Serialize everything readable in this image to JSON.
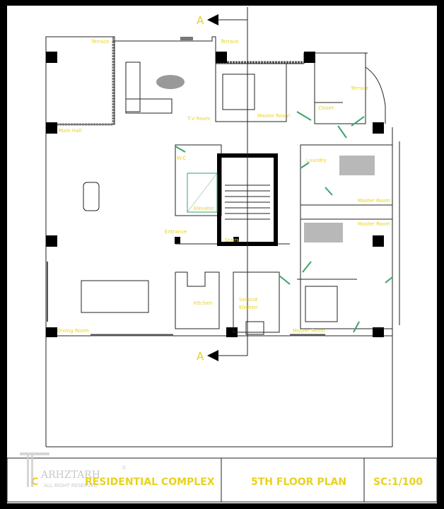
{
  "drawing": {
    "section_marker": "A",
    "rooms": {
      "terrace_left": "Terrace",
      "terrace_right": "Terrace",
      "terrace_east": "Terrace",
      "main_hall": "Main Hall",
      "tv_room": "T.V Room",
      "master_room_top": "Master Room",
      "closet": "Closet",
      "wc": "W.C",
      "laundry": "Laundry",
      "master_room_east1": "Master Room",
      "master_room_east2": "Master Room",
      "elevator": "Elevator",
      "entrance": "Entrance",
      "stairs": "Stairs",
      "kitchen": "Kitchen",
      "second_kitchen_1": "Second",
      "second_kitchen_2": "Kitchen",
      "dining_room": "Dining Room",
      "master_room_bottom": "Master Room"
    }
  },
  "title_block": {
    "project": "RESIDENTIAL COMPLEX",
    "project_prefix": "C",
    "sheet": "5TH FLOOR PLAN",
    "scale": "SC:1/100"
  },
  "watermark": {
    "brand": "ARHZTARH",
    "notice": "ALL RIGHT RESERVED",
    "mark": "©"
  }
}
